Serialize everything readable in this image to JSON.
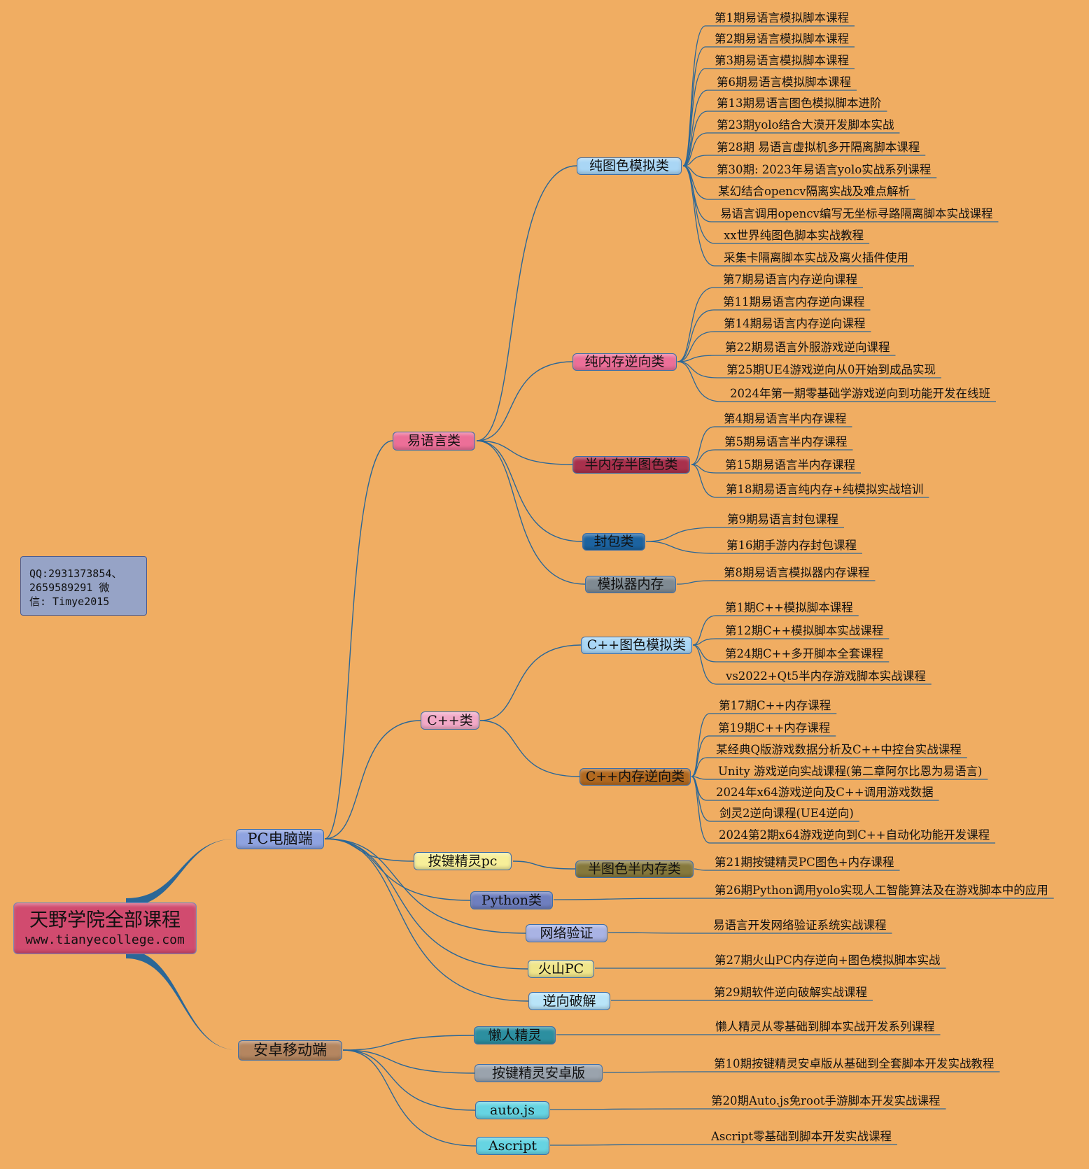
{
  "root": {
    "title": "天野学院全部课程",
    "website": "www.tianyecollege.com"
  },
  "contact_note": "QQ:2931373854、\n2659589291  微\n信: Timye2015",
  "pc": {
    "label": "PC电脑端",
    "yi": {
      "label": "易语言类",
      "pure_color": {
        "label": "纯图色模拟类",
        "items": [
          "第1期易语言模拟脚本课程",
          "第2期易语言模拟脚本课程",
          "第3期易语言模拟脚本课程",
          "第6期易语言模拟脚本课程",
          "第13期易语言图色模拟脚本进阶",
          "第23期yolo结合大漠开发脚本实战",
          "第28期 易语言虚拟机多开隔离脚本课程",
          "第30期: 2023年易语言yolo实战系列课程",
          "某幻结合opencv隔离实战及难点解析",
          "易语言调用opencv编写无坐标寻路隔离脚本实战课程",
          "xx世界纯图色脚本实战教程",
          "采集卡隔离脚本实战及离火插件使用"
        ]
      },
      "pure_memory": {
        "label": "纯内存逆向类",
        "items": [
          "第7期易语言内存逆向课程",
          "第11期易语言内存逆向课程",
          "第14期易语言内存逆向课程",
          "第22期易语言外服游戏逆向课程",
          "第25期UE4游戏逆向从0开始到成品实现",
          "2024年第一期零基础学游戏逆向到功能开发在线班"
        ]
      },
      "half": {
        "label": "半内存半图色类",
        "items": [
          "第4期易语言半内存课程",
          "第5期易语言半内存课程",
          "第15期易语言半内存课程",
          "第18期易语言纯内存+纯模拟实战培训"
        ]
      },
      "packet": {
        "label": "封包类",
        "items": [
          "第9期易语言封包课程",
          "第16期手游内存封包课程"
        ]
      },
      "emulator": {
        "label": "模拟器内存",
        "items": [
          "第8期易语言模拟器内存课程"
        ]
      }
    },
    "cpp": {
      "label": "C++类",
      "color": {
        "label": "C++图色模拟类",
        "items": [
          "第1期C++模拟脚本课程",
          "第12期C++模拟脚本实战课程",
          "第24期C++多开脚本全套课程",
          "vs2022+Qt5半内存游戏脚本实战课程"
        ]
      },
      "memory": {
        "label": "C++内存逆向类",
        "items": [
          "第17期C++内存课程",
          "第19期C++内存课程",
          "某经典Q版游戏数据分析及C++中控台实战课程",
          "Unity 游戏逆向实战课程(第二章阿尔比恩为易语言)",
          "2024年x64游戏逆向及C++调用游戏数据",
          "剑灵2逆向课程(UE4逆向)",
          "2024第2期x64游戏逆向到C++自动化功能开发课程"
        ]
      }
    },
    "ajjl": {
      "label": "按键精灵pc",
      "sub": {
        "label": "半图色半内存类",
        "items": [
          "第21期按键精灵PC图色+内存课程"
        ]
      }
    },
    "python": {
      "label": "Python类",
      "items": [
        "第26期Python调用yolo实现人工智能算法及在游戏脚本中的应用"
      ]
    },
    "netauth": {
      "label": "网络验证",
      "items": [
        "易语言开发网络验证系统实战课程"
      ]
    },
    "huoshan": {
      "label": "火山PC",
      "items": [
        "第27期火山PC内存逆向+图色模拟脚本实战"
      ]
    },
    "reverse": {
      "label": "逆向破解",
      "items": [
        "第29期软件逆向破解实战课程"
      ]
    }
  },
  "android": {
    "label": "安卓移动端",
    "lanren": {
      "label": "懒人精灵",
      "items": [
        "懒人精灵从零基础到脚本实战开发系列课程"
      ]
    },
    "ajjl": {
      "label": "按键精灵安卓版",
      "items": [
        "第10期按键精灵安卓版从基础到全套脚本开发实战教程"
      ]
    },
    "autojs": {
      "label": "auto.js",
      "items": [
        "第20期Auto.js免root手游脚本开发实战课程"
      ]
    },
    "ascript": {
      "label": "Ascript",
      "items": [
        "Ascript零基础到脚本开发实战课程"
      ]
    }
  },
  "colors": {
    "background": "#f0ad62",
    "link": "#2b6797",
    "root": "#d14b6f",
    "pc": "#8fa3e0",
    "android": "#b58660",
    "yi": "#ec6f98",
    "pure_color": "#a9d6f5",
    "pure_memory": "#ec6f98",
    "half": "#a8304c",
    "packet": "#1c63a0",
    "emulator": "#7f8a92",
    "cpp": "#f2a9c7",
    "cpp_color": "#a9d6f5",
    "cpp_memory": "#b2691f",
    "ajjl": "#f7ef99",
    "half_sub": "#86793c",
    "python": "#6f7fbf",
    "netauth": "#a9b3e4",
    "huoshan": "#f0e58a",
    "reverse": "#b9e4f8",
    "lanren": "#2c8fa0",
    "ajjl_android": "#9aa3ad",
    "autojs": "#66d4e2",
    "ascript": "#66d4e2"
  }
}
